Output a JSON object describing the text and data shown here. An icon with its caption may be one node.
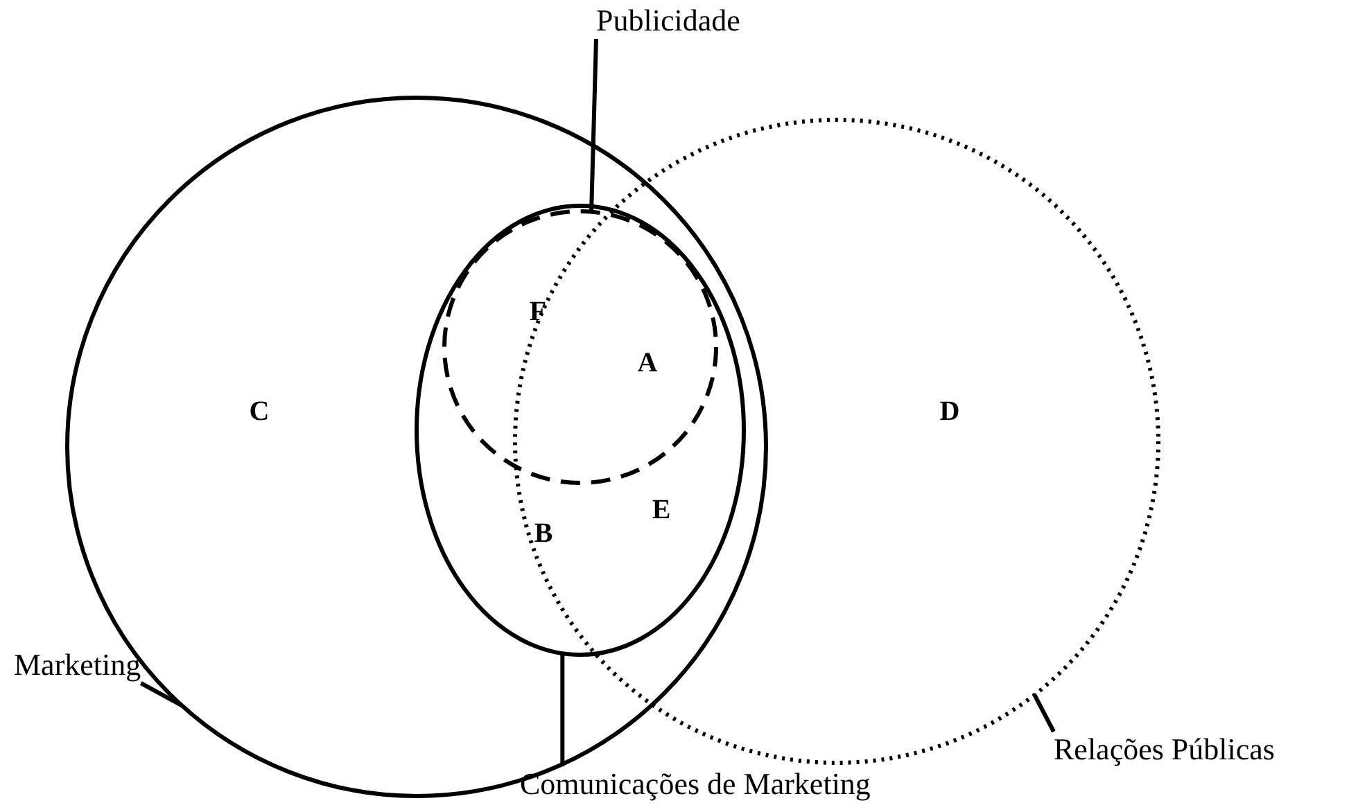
{
  "diagram": {
    "nodes": [
      {
        "text": [
          "Publicidade"
        ]
      },
      {
        "text": [],
        "shape": "circle",
        "in": 5
      },
      {
        "text": [
          "Marketing"
        ]
      },
      {
        "text": [],
        "shape": "circle"
      },
      {
        "text": [
          "Comunicações de Marketing"
        ]
      },
      {
        "text": [],
        "shape": "ellipse",
        "in": 3
      },
      {
        "text": [
          "Relações Públicas"
        ]
      },
      {
        "text": [],
        "shape": "circle"
      }
    ],
    "edges": [
      {
        "from": 0,
        "to": 1,
        "arrow": "none"
      },
      {
        "from": 2,
        "to": 3,
        "arrow": "none"
      },
      {
        "from": 4,
        "to": 5,
        "arrow": "none"
      },
      {
        "from": 6,
        "to": 7,
        "arrow": "none"
      }
    ],
    "labels": [
      "F",
      "A",
      "C",
      "D",
      "E",
      "B"
    ]
  }
}
